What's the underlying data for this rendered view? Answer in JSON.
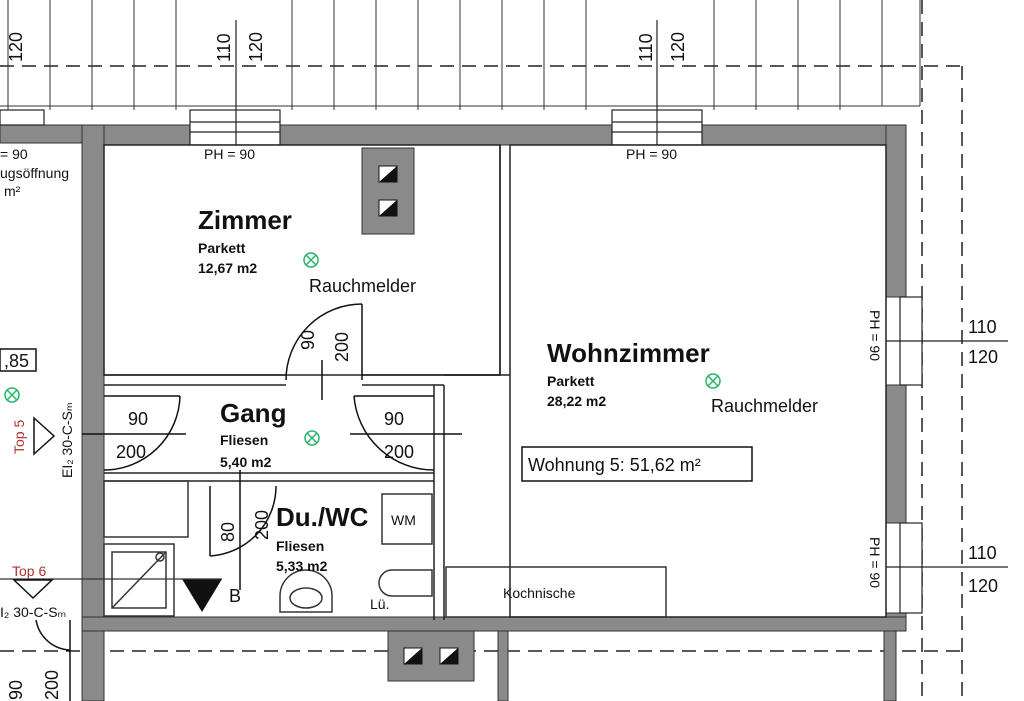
{
  "rooms": {
    "zimmer": {
      "name": "Zimmer",
      "floor": "Parkett",
      "area": "12,67 m2",
      "smoke": "Rauchmelder"
    },
    "wohnzimmer": {
      "name": "Wohnzimmer",
      "floor": "Parkett",
      "area": "28,22 m2",
      "smoke": "Rauchmelder"
    },
    "gang": {
      "name": "Gang",
      "floor": "Fliesen",
      "area": "5,40 m2"
    },
    "duwc": {
      "name": "Du./WC",
      "floor": "Fliesen",
      "area": "5,33 m2",
      "wm": "WM",
      "lu": "Lü."
    },
    "kochnische": {
      "label": "Kochnische"
    }
  },
  "apartment_label": "Wohnung 5: 51,62 m²",
  "windows": {
    "top_left_sill": "PH = 90",
    "top_right_sill": "PH = 90",
    "right_upper_sill": "PH = 90",
    "right_lower_sill": "PH = 90",
    "top_left_dims": [
      "110",
      "120"
    ],
    "top_right_dims": [
      "110",
      "120"
    ],
    "right_upper_dims": [
      "110",
      "120"
    ],
    "right_lower_dims": [
      "110",
      "120"
    ],
    "far_left_dim": "120"
  },
  "doors": {
    "zimmer": {
      "w": "90",
      "h": "200"
    },
    "left": {
      "w": "90",
      "h": "200"
    },
    "entry": {
      "w": "90",
      "h": "200"
    },
    "bath": {
      "w": "80",
      "h": "200"
    }
  },
  "left_neighbor": {
    "sill": "= 90",
    "opening": "ugsöffnung",
    "unit": "m²",
    "value": ",85",
    "top5": "Top 5",
    "fire_rating_1": "EI₂ 30-C-Sₘ",
    "top6": "Top 6",
    "fire_rating_2": "I₂ 30-C-Sₘ",
    "bottom_dim_1": "200",
    "bottom_dim_2": "90"
  },
  "shower_label": "B",
  "colors": {
    "wall": "#8a8a8a",
    "wall_dark": "#555555",
    "smoke": "#2bb56a",
    "red_text": "#b03030"
  }
}
